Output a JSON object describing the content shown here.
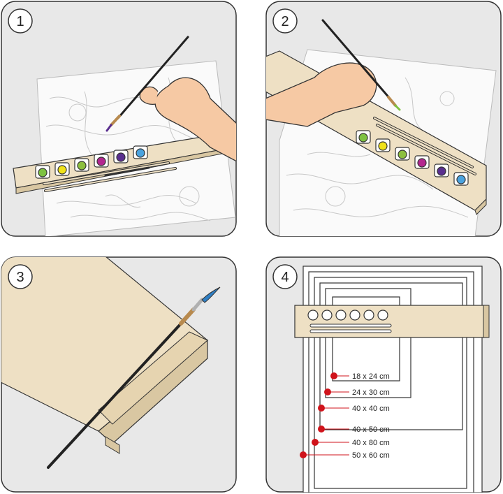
{
  "steps": [
    {
      "number": "1"
    },
    {
      "number": "2"
    },
    {
      "number": "3"
    },
    {
      "number": "4"
    }
  ],
  "sizes": [
    {
      "label": "18 x 24 cm"
    },
    {
      "label": "24 x 30 cm"
    },
    {
      "label": "40 x 40 cm"
    },
    {
      "label": "40 x 50 cm"
    },
    {
      "label": "40 x 80 cm"
    },
    {
      "label": "50 x 60 cm"
    }
  ],
  "colors": {
    "panel_bg": "#e8e8e8",
    "panel_border": "#333333",
    "wood": "#eee0c4",
    "wood_dark": "#d9c7a2",
    "skin": "#f6c9a4",
    "marker": "#d0131b",
    "paint": [
      "#7ec242",
      "#f0e21a",
      "#8cbf3f",
      "#b4278f",
      "#5a2f8f",
      "#4aa3df"
    ]
  }
}
